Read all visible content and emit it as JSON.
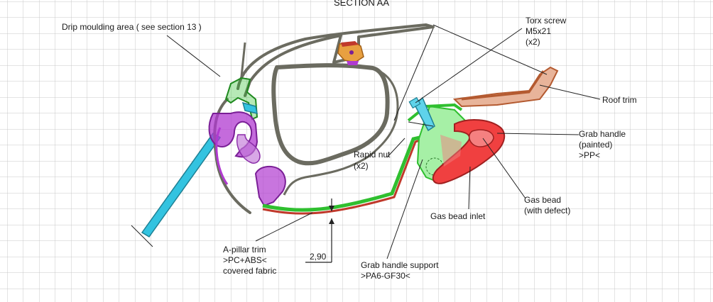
{
  "title": "SECTION AA",
  "labels": {
    "drip_moulding": "Drip moulding area ( see section 13 )",
    "torx_line1": "Torx screw",
    "torx_line2": "M5x21",
    "torx_line3": "(x2)",
    "roof_trim": "Roof trim",
    "grab_handle_line1": "Grab handle",
    "grab_handle_line2": "(painted)",
    "grab_handle_line3": ">PP<",
    "rapid_nut_line1": "Rapid nut",
    "rapid_nut_line2": "(x2)",
    "gas_bead_line1": "Gas bead",
    "gas_bead_line2": "(with defect)",
    "gas_bead_inlet": "Gas bead inlet",
    "apillar_line1": "A-pillar trim",
    "apillar_line2": ">PC+ABS<",
    "apillar_line3": "covered fabric",
    "grab_support_line1": "Grab handle support",
    "grab_support_line2": ">PA6-GF30<",
    "dimension": "2,90"
  },
  "colors": {
    "grid": "#c9c9c9",
    "body_gray": "#6b6b60",
    "trim_green": "#2fbf2f",
    "fabric_red": "#c0392b",
    "support_green": "#a6f0a6",
    "handle_red": "#f04040",
    "roof_trim": "#e8b49a",
    "purple": "#b03ad0",
    "cyan": "#33c3e0",
    "orange": "#e8a040"
  }
}
